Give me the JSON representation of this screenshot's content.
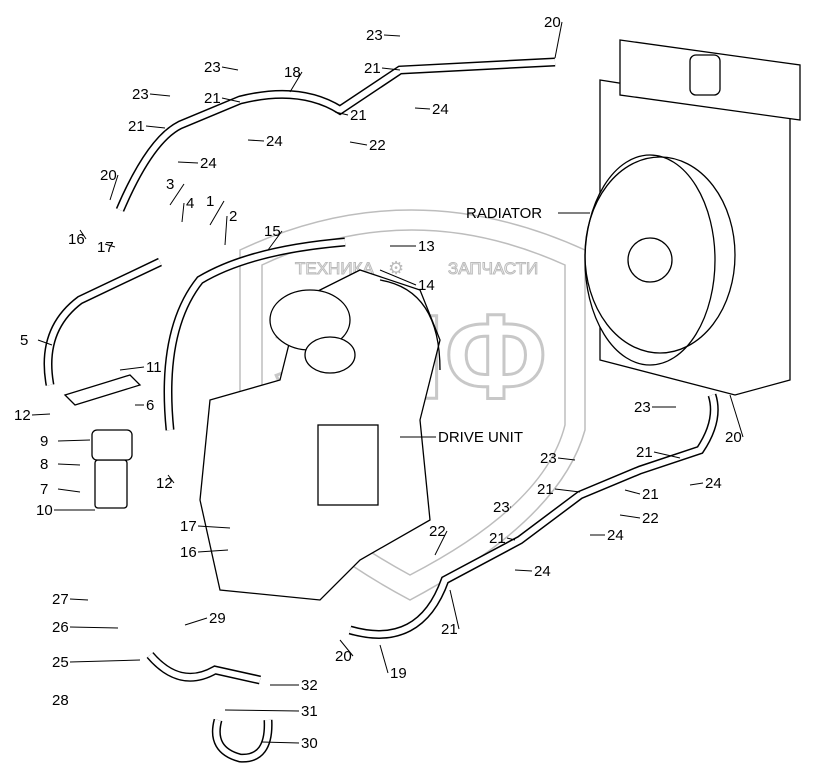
{
  "watermark": {
    "logo": "ЭПФ",
    "left_text": "ТЕХНИКА",
    "right_text": "ЗАПЧАСТИ"
  },
  "named_labels": {
    "radiator": "RADIATOR",
    "drive_unit": "DRIVE UNIT"
  },
  "callouts": [
    "23",
    "20",
    "18",
    "23",
    "21",
    "24",
    "23",
    "21",
    "21",
    "24",
    "22",
    "21",
    "24",
    "20",
    "3",
    "4",
    "1",
    "2",
    "15",
    "13",
    "14",
    "16",
    "17",
    "5",
    "11",
    "6",
    "12",
    "9",
    "8",
    "7",
    "10",
    "12",
    "23",
    "20",
    "23",
    "21",
    "21",
    "21",
    "24",
    "23",
    "22",
    "21",
    "24",
    "17",
    "22",
    "16",
    "24",
    "27",
    "26",
    "29",
    "21",
    "20",
    "25",
    "19",
    "32",
    "28",
    "31",
    "30"
  ]
}
